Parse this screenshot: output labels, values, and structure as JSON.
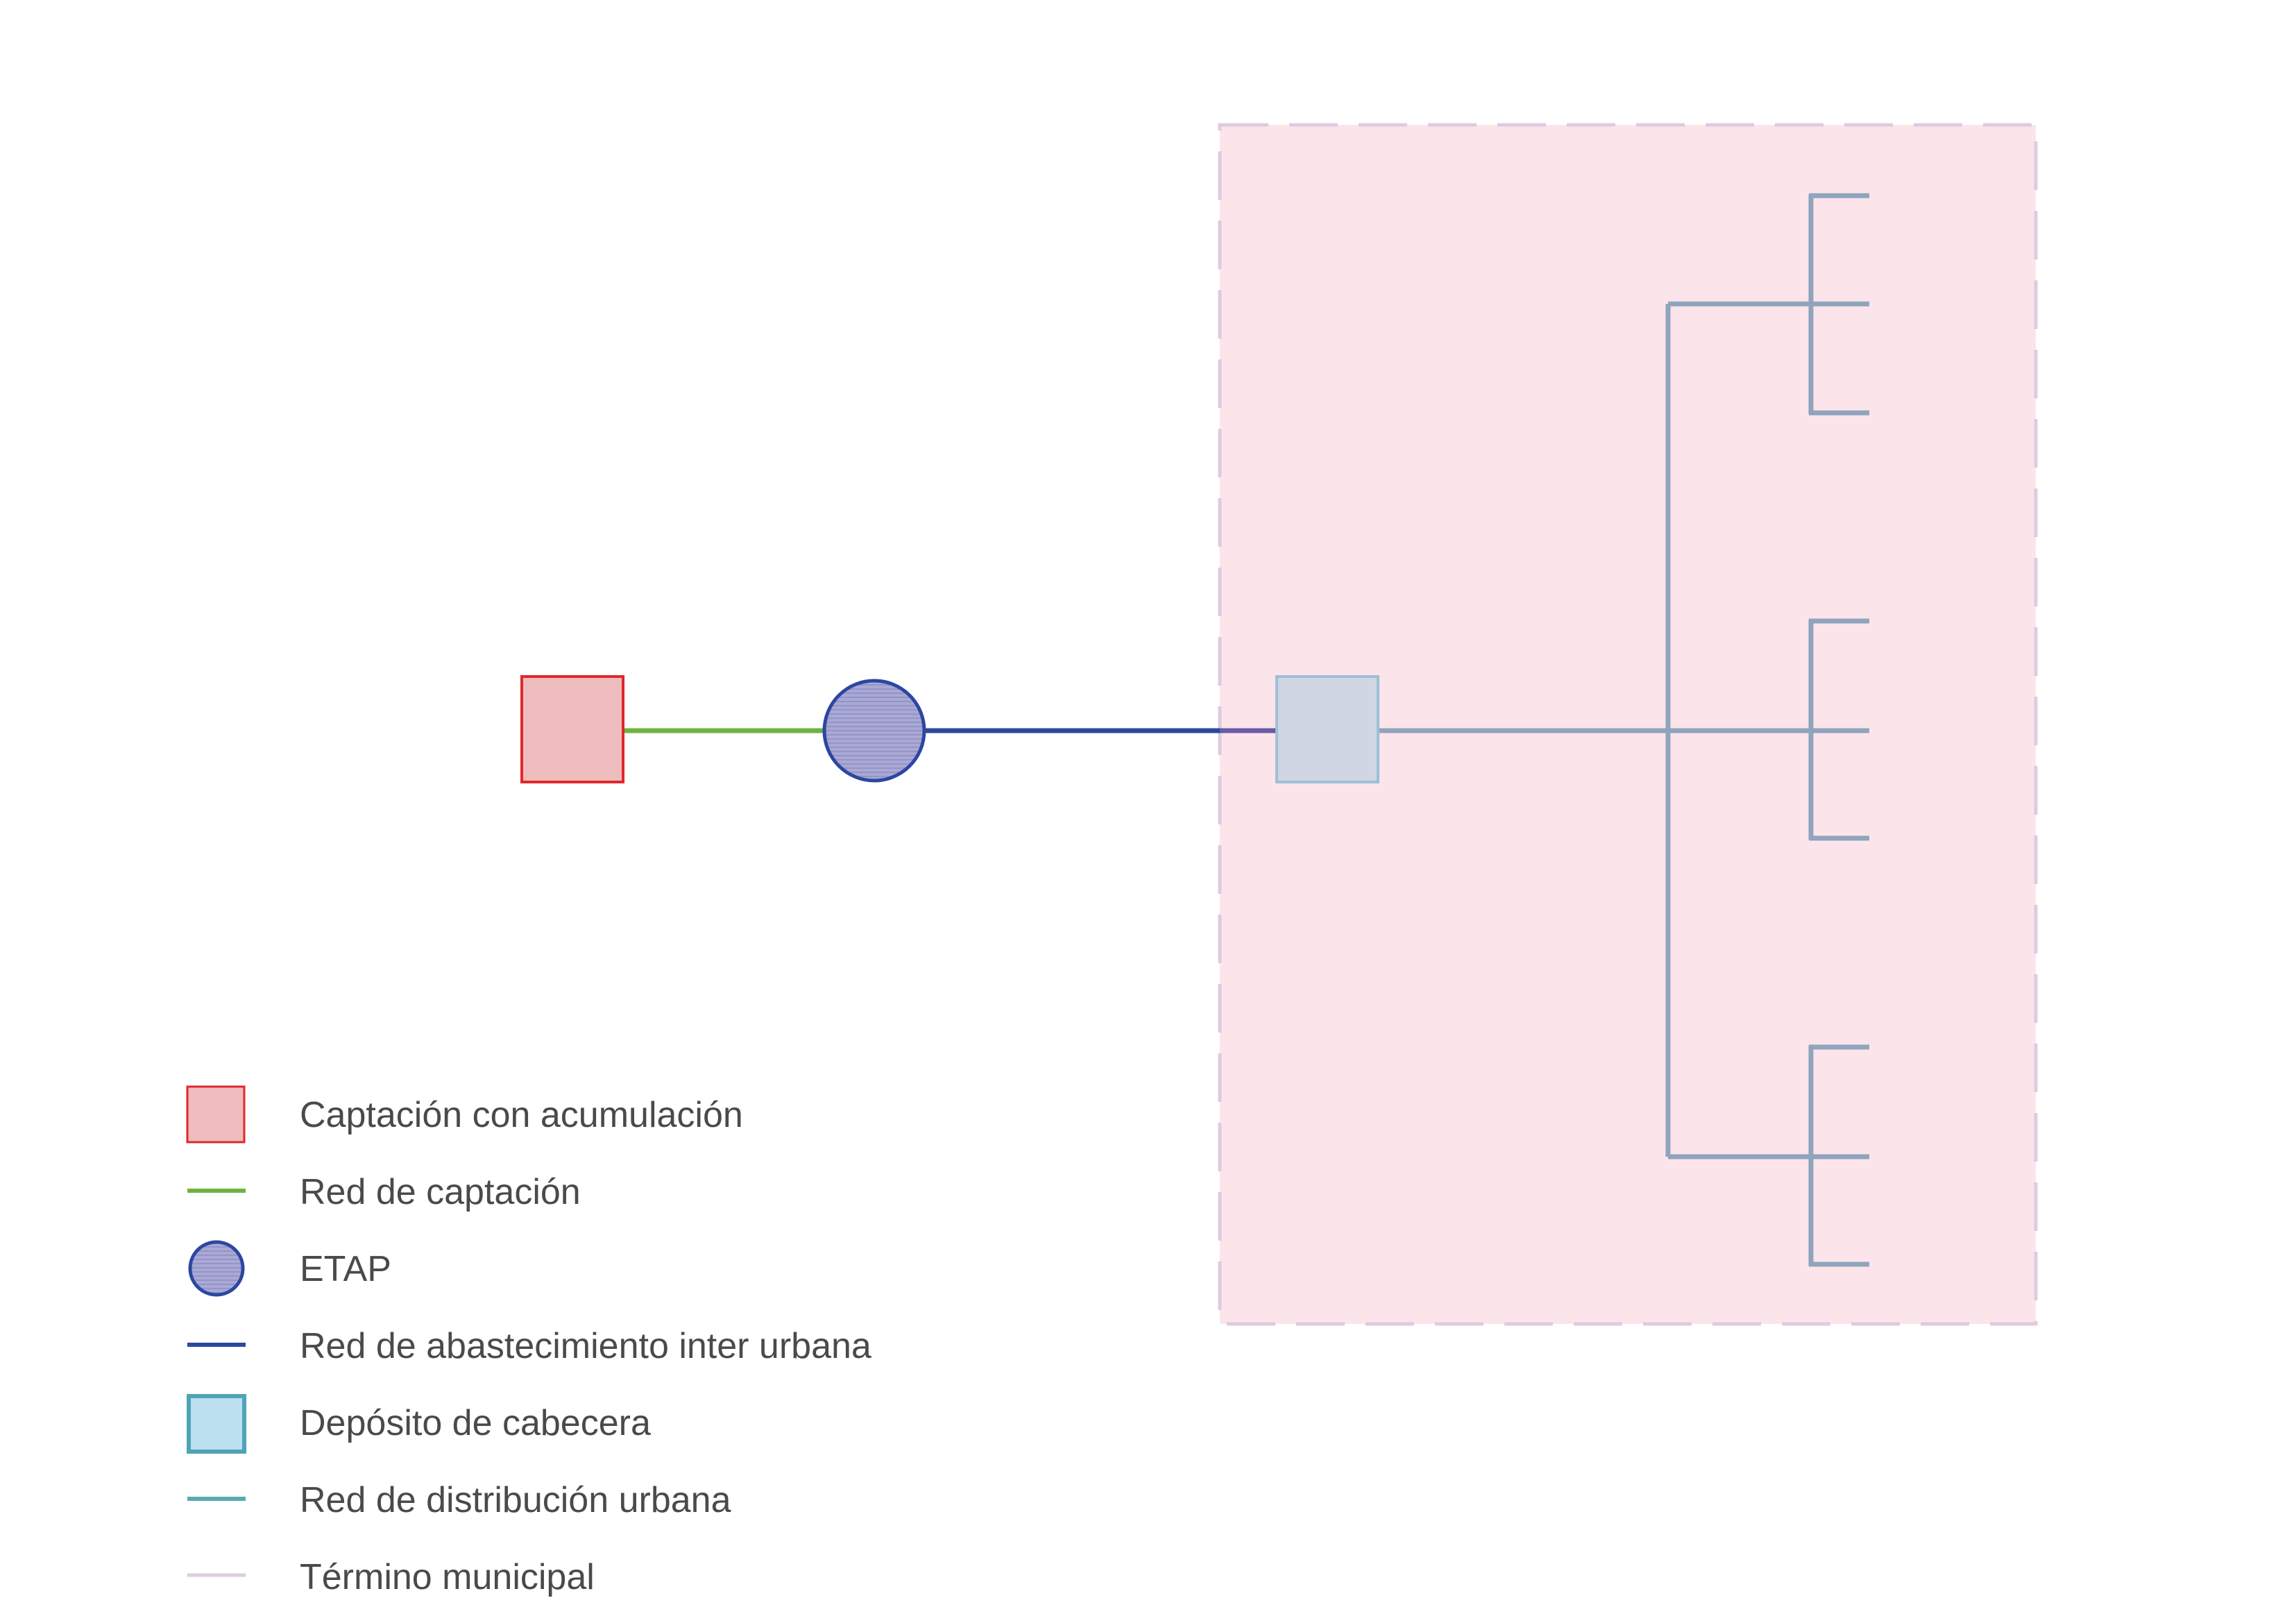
{
  "colors": {
    "captacion_fill": "#efbcbd",
    "captacion_stroke": "#e0282d",
    "red_captacion": "#6db33f",
    "etap_fill": "#a9a9d4",
    "etap_stroke": "#2c47a0",
    "red_abastecimiento": "#2c47a0",
    "deposito_fill": "#d0d6e2",
    "deposito_stroke": "#9dc0d6",
    "deposito_legend_fill": "#bce0f0",
    "deposito_legend_stroke": "#4fa3b5",
    "red_distribucion": "#8fa4bd",
    "red_distribucion_legend": "#5aa8b4",
    "termino_fill": "#fbe4ea",
    "termino_stroke": "#dccbe2"
  },
  "legend": {
    "items": [
      {
        "label": "Captación con acumulación",
        "icon": "square-red-icon"
      },
      {
        "label": "Red de captación",
        "icon": "green-line-icon"
      },
      {
        "label": "ETAP",
        "icon": "circle-blue-icon"
      },
      {
        "label": "Red de abastecimiento inter urbana",
        "icon": "blue-line-icon"
      },
      {
        "label": "Depósito de cabecera",
        "icon": "square-cyan-icon"
      },
      {
        "label": "Red de distribución urbana",
        "icon": "teal-line-icon"
      },
      {
        "label": "Término municipal",
        "icon": "pink-line-icon"
      }
    ]
  }
}
